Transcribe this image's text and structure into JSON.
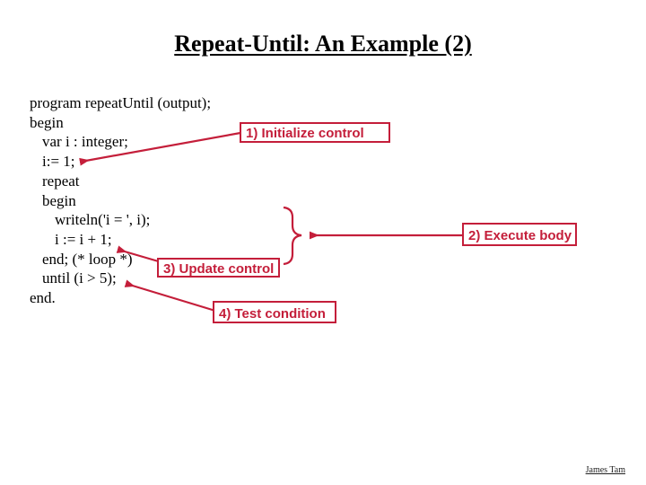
{
  "colors": {
    "annotation_red": "#C41E3A",
    "text_black": "#000000",
    "background": "#FFFFFF"
  },
  "slide": {
    "title": "Repeat-Until: An Example (2)",
    "footer_author": "James Tam"
  },
  "code": {
    "language": "Pascal",
    "lines": [
      {
        "indent": 0,
        "text": "program repeatUntil (output);"
      },
      {
        "indent": 0,
        "text": "begin"
      },
      {
        "indent": 1,
        "text": "var i : integer;"
      },
      {
        "indent": 1,
        "text": "i:= 1;"
      },
      {
        "indent": 1,
        "text": "repeat"
      },
      {
        "indent": 1,
        "text": "begin"
      },
      {
        "indent": 2,
        "text": "writeln('i = ', i);"
      },
      {
        "indent": 2,
        "text": "i := i + 1;"
      },
      {
        "indent": 1,
        "text": "end; (* loop *)"
      },
      {
        "indent": 1,
        "text": "until (i > 5);"
      },
      {
        "indent": 0,
        "text": "end."
      }
    ]
  },
  "annotations": [
    {
      "label": "1) Initialize control"
    },
    {
      "label": "2) Execute body"
    },
    {
      "label": "3) Update control"
    },
    {
      "label": "4) Test condition"
    }
  ]
}
